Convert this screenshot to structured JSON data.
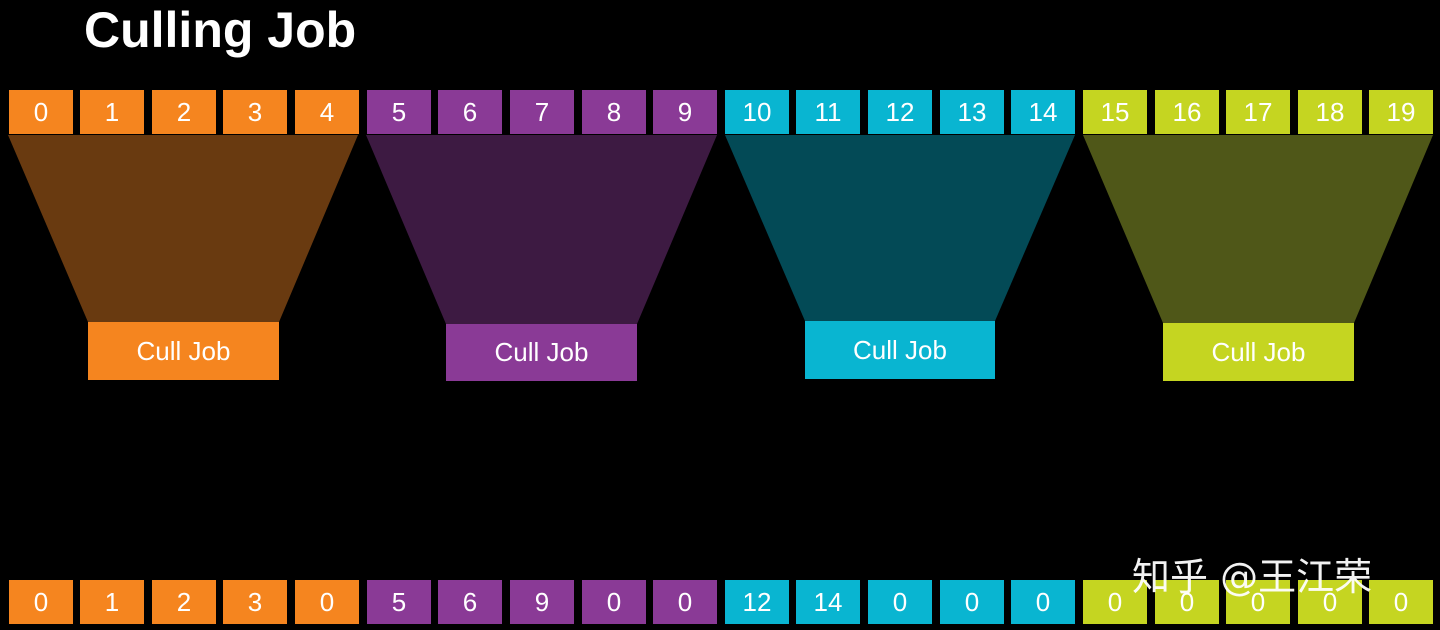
{
  "title": "Culling Job",
  "colors": {
    "background": "#000000",
    "groups": [
      {
        "cell": "#f5851f",
        "funnel": "#693a10"
      },
      {
        "cell": "#8a3a96",
        "funnel": "#3d1a42"
      },
      {
        "cell": "#09b5d1",
        "funnel": "#034a56"
      },
      {
        "cell": "#c5d521",
        "funnel": "#4f5718"
      }
    ]
  },
  "input_row": [
    "0",
    "1",
    "2",
    "3",
    "4",
    "5",
    "6",
    "7",
    "8",
    "9",
    "10",
    "11",
    "12",
    "13",
    "14",
    "15",
    "16",
    "17",
    "18",
    "19"
  ],
  "output_row": [
    "0",
    "1",
    "2",
    "3",
    "0",
    "5",
    "6",
    "9",
    "0",
    "0",
    "12",
    "14",
    "0",
    "0",
    "0",
    "0",
    "0",
    "0",
    "0",
    "0"
  ],
  "jobs": [
    "Cull Job",
    "Cull Job",
    "Cull Job",
    "Cull Job"
  ],
  "watermark": "知乎 @王江荣"
}
